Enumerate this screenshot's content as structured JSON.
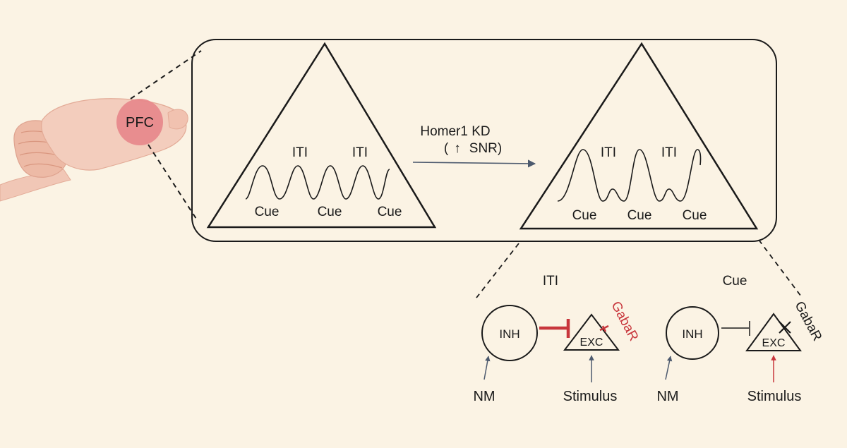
{
  "colors": {
    "background": "#fbf3e4",
    "ink": "#1a1a1a",
    "brain": "#f1c7b6",
    "brain_dark": "#e3ab97",
    "pfc": "#e7868a",
    "red": "#c8363c",
    "arrow_blue": "#4d5a6e"
  },
  "brain": {
    "region_label": "PFC"
  },
  "transition": {
    "label_line1": "Homer1 KD",
    "label_line2_arrow": "↑",
    "label_line2_text": "SNR)",
    "label_line2_paren": "("
  },
  "left_triangle": {
    "iti_labels": [
      "ITI",
      "ITI"
    ],
    "cue_labels": [
      "Cue",
      "Cue",
      "Cue"
    ]
  },
  "right_triangle": {
    "iti_labels": [
      "ITI",
      "ITI"
    ],
    "cue_labels": [
      "Cue",
      "Cue",
      "Cue"
    ]
  },
  "circuits": [
    {
      "title": "ITI",
      "inh_label": "INH",
      "exc_label": "EXC",
      "receptor_label": "GabaR",
      "input_label": "NM",
      "stimulus_label": "Stimulus",
      "inhibition_strength": "strong",
      "receptor_state": "active"
    },
    {
      "title": "Cue",
      "inh_label": "INH",
      "exc_label": "EXC",
      "receptor_label": "GabaR",
      "input_label": "NM",
      "stimulus_label": "Stimulus",
      "inhibition_strength": "weak",
      "receptor_state": "blocked"
    }
  ]
}
